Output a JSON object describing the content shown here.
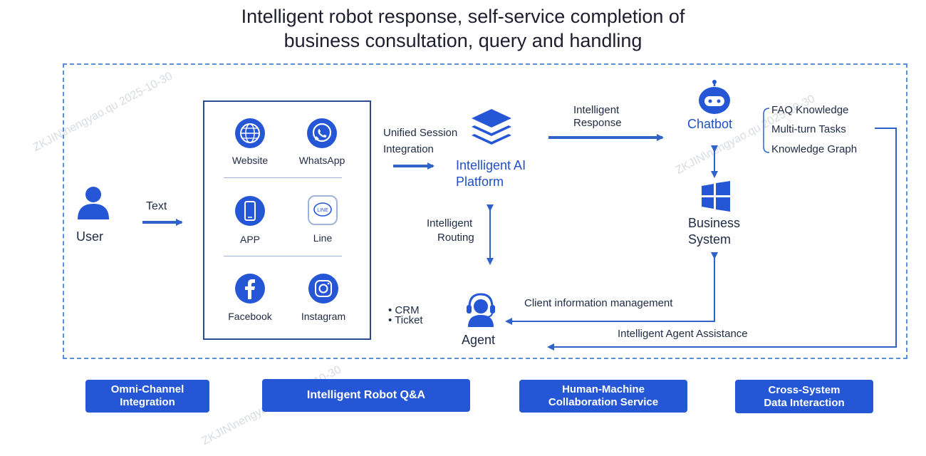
{
  "title": {
    "line1": "Intelligent robot response, self-service completion of",
    "line2": "business consultation, query and handling"
  },
  "user": {
    "label": "User"
  },
  "text_arrow_label": "Text",
  "channels": {
    "website": "Website",
    "whatsapp": "WhatsApp",
    "app": "APP",
    "line": "Line",
    "facebook": "Facebook",
    "instagram": "Instagram"
  },
  "unified_session": {
    "line1": "Unified Session",
    "line2": "Integration"
  },
  "platform": {
    "line1": "Intelligent AI",
    "line2": "Platform"
  },
  "intelligent_response": {
    "line1": "Intelligent",
    "line2": "Response"
  },
  "chatbot": {
    "label": "Chatbot"
  },
  "chatbot_capabilities": [
    "FAQ Knowledge",
    "Multi-turn Tasks",
    "Knowledge Graph"
  ],
  "business_system": {
    "line1": "Business",
    "line2": "System"
  },
  "intelligent_routing": {
    "line1": "Intelligent",
    "line2": "Routing"
  },
  "agent": {
    "label": "Agent"
  },
  "agent_tools": [
    "CRM",
    "Ticket"
  ],
  "client_info_label": "Client information management",
  "agent_assistance_label": "Intelligent Agent Assistance",
  "categories": [
    {
      "line1": "Omni-Channel",
      "line2": "Integration"
    },
    {
      "line1": "Intelligent Robot Q&A",
      "line2": ""
    },
    {
      "line1": "Human-Machine",
      "line2": "Collaboration Service"
    },
    {
      "line1": "Cross-System",
      "line2": "Data Interaction"
    }
  ],
  "watermark": "ZKJIN\\nengyao.qu  2025-10-30",
  "colors": {
    "accent": "#2456d6",
    "arrow": "#2f63c9",
    "frame": "#5b8fd6",
    "text": "#1f2a44"
  },
  "icons": [
    "user-icon",
    "globe-icon",
    "whatsapp-icon",
    "phone-icon",
    "line-icon",
    "facebook-icon",
    "instagram-icon",
    "layers-icon",
    "robot-icon",
    "windows-icon",
    "headset-icon"
  ]
}
